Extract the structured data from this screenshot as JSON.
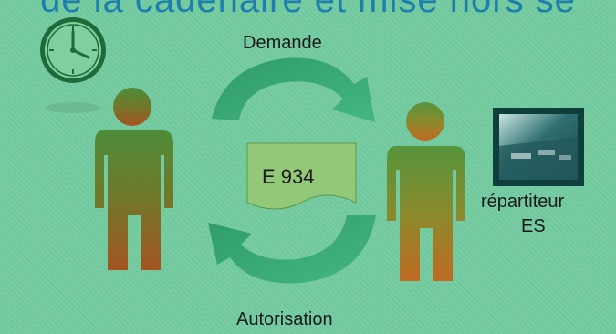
{
  "title_fragment": "de la cadenaire et mise hors se",
  "flow": {
    "top_label": "Demande",
    "bottom_label": "Autorisation"
  },
  "document": {
    "label": "E 934"
  },
  "recipient": {
    "label_line1": "répartiteur",
    "label_line2": "ES"
  },
  "icons": [
    "clock-icon",
    "person-icon",
    "arrow-icon",
    "document-icon",
    "photo-icon"
  ],
  "colors": {
    "background": "#6fc89c",
    "title": "#1e7fae",
    "arrow": "#3aa876",
    "document": "#93c878",
    "person_top": "#4d8c3a",
    "person_bottom": "#a45422"
  }
}
